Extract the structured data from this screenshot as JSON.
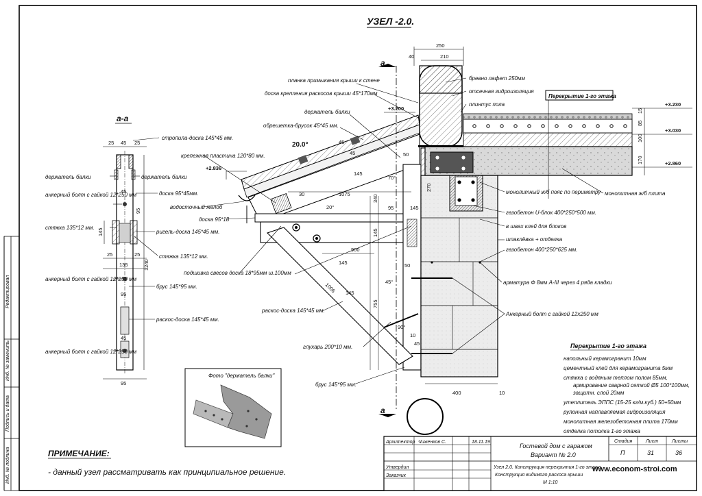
{
  "title": "УЗЕЛ -2.0.",
  "section_title": "а-а",
  "section_marks": [
    "а",
    "а"
  ],
  "callouts": {
    "planka": "планка примыкания крыши к стене",
    "doska_kreplenia": "доска крепления раскосов крыши 45*170мм",
    "derzhatel_top": "держатель балки",
    "obreshetka": "обрешетка-брусок 45*45 мм.",
    "stropila": "стропила-доска 145*45 мм.",
    "plastina": "крепежная пластина 120*80 мм.",
    "derzhatel_left": "держатель балки",
    "derzhatel_right": "держатель балки",
    "ankerny1": "анкерный болт с гайкой 12*250 мм",
    "doska95x45": "доска 95*45мм.",
    "vodostok": "водосточный желоб",
    "doska95x18": "доска 95*18",
    "styazhka_left": "стяжка 135*12 мм.",
    "rigel": "ригель-доска 145*45 мм.",
    "styazhka_mid": "стяжка 135*12 мм.",
    "podshivka": "подшивка свесов доска 18*95мм ш.100мм",
    "ankerny2": "анкерный болт с гайкой 12*250 мм",
    "brus_sec": "брус 145*95 мм.",
    "raskos_sec": "раскос-доска 145*45 мм.",
    "ankerny3": "анкерный болт с гайкой 12*250 мм",
    "raskos": "раскос-доска 145*45 мм.",
    "glukhar": "глухарь 200*10 мм.",
    "brus": "брус 145*95 мм.",
    "brevno": "бревно лафет 250мм",
    "otsechnaya": "отсечная гидроизоляция",
    "plintus": "плинтус пола",
    "perekrytie_box": "Перекрытие 1-го этажа",
    "poyas": "монолитный ж/б пояс по периметру",
    "plita": "монолитная ж/б плита",
    "u_blok": "газобетон U-блок 400*250*500 мм.",
    "klei": "в швах клей для блоков",
    "shpaklevka": "шпаклёвка + отделка",
    "gazobeton": "газобетон 400*250*625 мм.",
    "armatura": "арматура Ф 8мм А-III через 4 ряда кладки",
    "ankerny_right": "Анкерный болт с гайкой 12х250 мм"
  },
  "levels": [
    "+3.230",
    "+3.030",
    "+2.860",
    "+3.200",
    "+2.836"
  ],
  "dims": {
    "top": [
      "250",
      "210",
      "40"
    ],
    "layers": [
      "15",
      "85",
      "100",
      "170"
    ],
    "section": [
      "25",
      "45",
      "25",
      "45",
      "95",
      "145",
      "25",
      "25",
      "135",
      "1240",
      "95",
      "45",
      "95"
    ],
    "main": [
      "20.0°",
      "45",
      "45",
      "145",
      "30",
      "70°",
      "1075",
      "20°",
      "340",
      "95",
      "145",
      "145",
      "50",
      "270",
      "900",
      "145",
      "45°",
      "1006",
      "145",
      "755",
      "50",
      "90°",
      "10",
      "45",
      "400",
      "10"
    ]
  },
  "legend": {
    "title": "Перекрытие 1-го этажа",
    "items": [
      "напольный керамогранит 10мм",
      "цементный клей для керамогранита 5мм",
      "стяжка с водяным теплом полом 85мм,",
      "армирование сварной сеткой Ø5 100*100мм,",
      "защитн. слой 20мм",
      "утеплитель ЭППС (15-25 кг/м.куб.) 50+50мм",
      "рулонная наплавляемая гидроизоляция",
      "монолитная железобетонная плита 170мм",
      "отделка потолка 1-го этажа"
    ]
  },
  "photo_caption": "Фото \"держатель балки\"",
  "note": {
    "heading": "ПРИМЕЧАНИЕ:",
    "text": "- данный узел рассматривать как принципиальное решение."
  },
  "side_stamp": [
    "Редактировал",
    "Инб. № заменить",
    "Подпись и дата",
    "Инб. № подлина"
  ],
  "title_block": {
    "arkhitektor": "Архитектор",
    "name": "Чиженков С.",
    "date": "18.11.19",
    "utverdil": "Утвердил",
    "zakazchik": "Заказчик",
    "project": "Гостевой дом с гаражом",
    "variant": "Вариант № 2.0",
    "sheet_title_1": "Узел 2.0. Конструкция перекрытия 1-го этажа.",
    "sheet_title_2": "Конструкция видимого раскоса крыши",
    "scale": "М 1:10",
    "h_stadia": "Стадия",
    "h_list": "Лист",
    "h_listov": "Листы",
    "stadia": "П",
    "list": "31",
    "listov": "36",
    "site": "www.econom-stroi.com"
  }
}
